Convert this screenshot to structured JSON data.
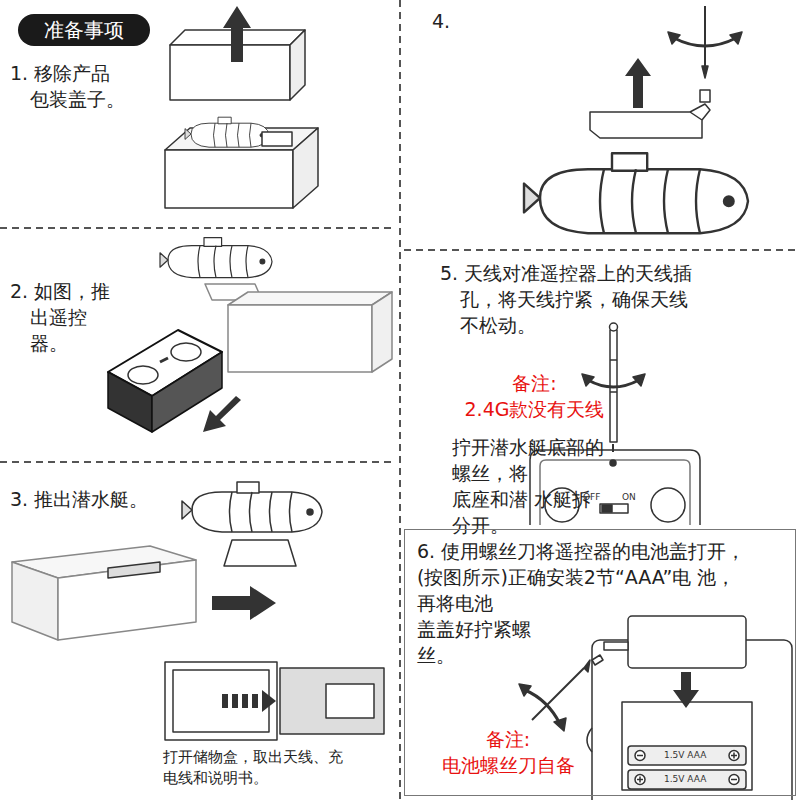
{
  "diagram": {
    "nodes": [
      {
        "text": [
          "1. 移除产品 包装盖子。"
        ]
      },
      {
        "text": [
          "准备事项"
        ],
        "in": 0
      },
      {
        "text": [
          "2. 如图，推 出遥控 器。"
        ]
      },
      {
        "text": [
          "3. 推出潜水艇。",
          "打开储物盒，取出天线、充 电线和说明书。"
        ]
      },
      {
        "text": [
          "4. 拧开潜水艇底部的 螺丝，将 底座和潜 水艇拆 分开。"
        ]
      },
      {
        "text": [
          "5. 天线对准遥控器上的天线插 孔，将天线拧紧，确保天线 不松动。",
          "备注: 2.4G款没有天线"
        ]
      },
      {
        "text": [
          "6. 使用螺丝刀将遥控器的电池盖打开， (按图所示)正确安装2节“AAA”电 池，再将电池 盖盖好拧紧螺 丝。",
          "备注: 电池螺丝刀自备"
        ]
      }
    ],
    "labels": [
      "OFF",
      "ON",
      "1.5V AAA",
      "1.5V AAA"
    ]
  }
}
